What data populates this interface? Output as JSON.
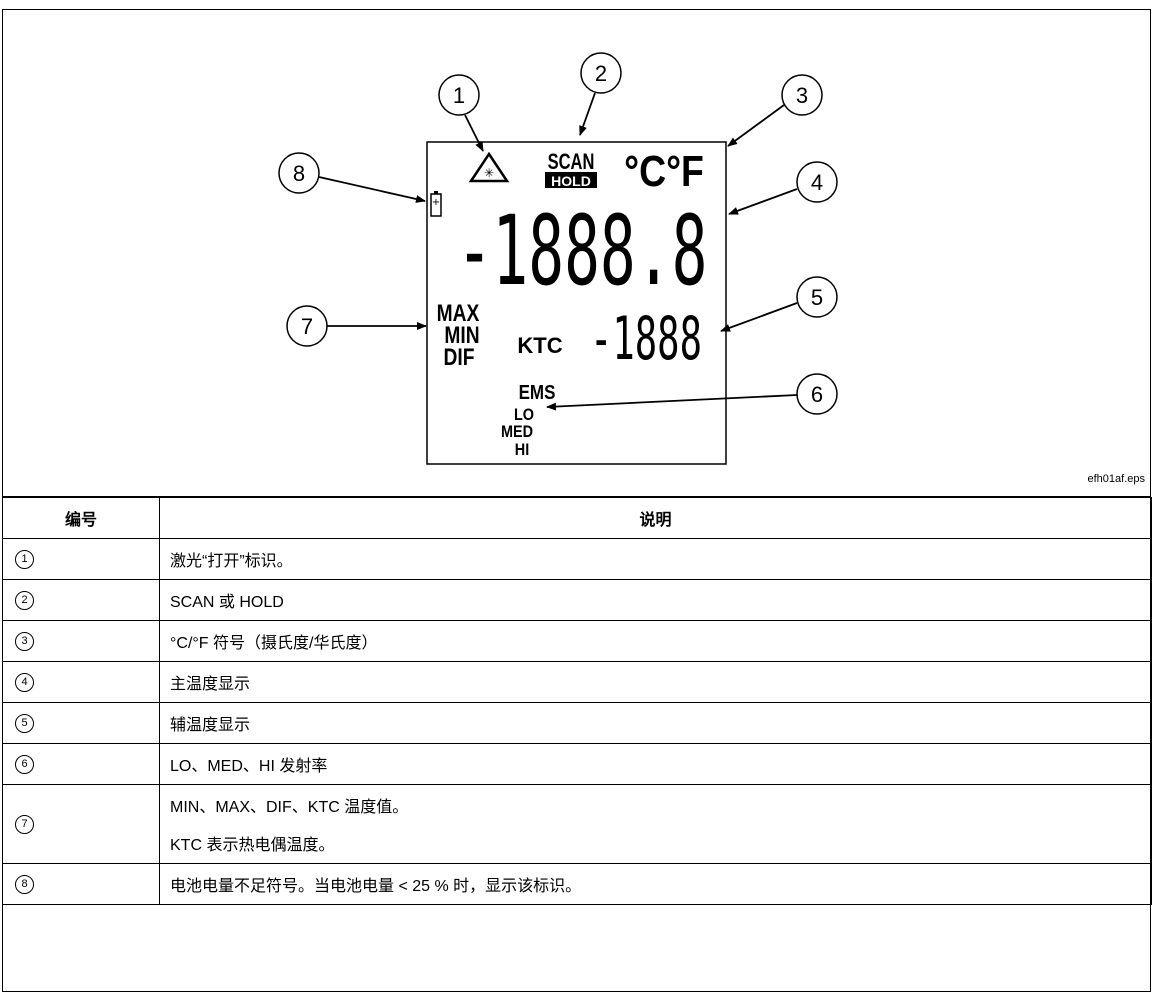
{
  "figure": {
    "filename": "efh01af.eps",
    "callouts": [
      "1",
      "2",
      "3",
      "4",
      "5",
      "6",
      "7",
      "8"
    ],
    "display": {
      "scan_label": "SCAN",
      "hold_label": "HOLD",
      "unit_label": "°C°F",
      "main_digits": "-1888.8",
      "sub_digits": "-1888",
      "ktc_label": "KTC",
      "stat_labels": [
        "MAX",
        "MIN",
        "DIF"
      ],
      "ems_label": "EMS",
      "emissivity_labels": [
        "LO",
        "MED",
        "HI"
      ]
    }
  },
  "table": {
    "headers": {
      "number": "编号",
      "description": "说明"
    },
    "rows": [
      {
        "num": "1",
        "text": "激光“打开”标识。"
      },
      {
        "num": "2",
        "text": "SCAN 或 HOLD"
      },
      {
        "num": "3",
        "text": "°C/°F 符号（摄氏度/华氏度）"
      },
      {
        "num": "4",
        "text": "主温度显示"
      },
      {
        "num": "5",
        "text": "辅温度显示"
      },
      {
        "num": "6",
        "text": "LO、MED、HI 发射率"
      },
      {
        "num": "7",
        "text": "MIN、MAX、DIF、KTC 温度值。",
        "text2": "KTC 表示热电偶温度。"
      },
      {
        "num": "8",
        "text": "电池电量不足符号。当电池电量 < 25 % 时，显示该标识。"
      }
    ]
  }
}
